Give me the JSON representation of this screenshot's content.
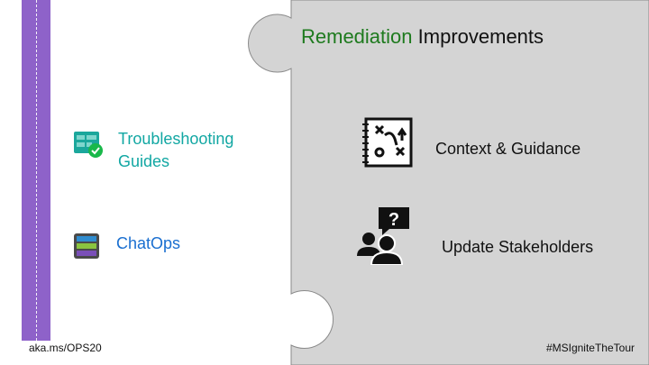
{
  "title": {
    "accent": "Remediation",
    "rest": "Improvements"
  },
  "left_items": [
    {
      "label": "Troubleshooting Guides",
      "icon": "troubleshooting-guide-icon"
    },
    {
      "label": "ChatOps",
      "icon": "chatops-icon"
    }
  ],
  "right_items": [
    {
      "label": "Context & Guidance",
      "icon": "playbook-strategy-icon"
    },
    {
      "label": "Update Stakeholders",
      "icon": "stakeholders-question-icon"
    }
  ],
  "footer": {
    "left": "aka.ms/OPS20",
    "right": "#MSIgniteTheTour"
  },
  "colors": {
    "purple": "#8e62c9",
    "accent_green": "#1e7a1e",
    "teal": "#12a7a3",
    "blue": "#1a6fd0",
    "panel_gray": "#d4d4d4"
  }
}
